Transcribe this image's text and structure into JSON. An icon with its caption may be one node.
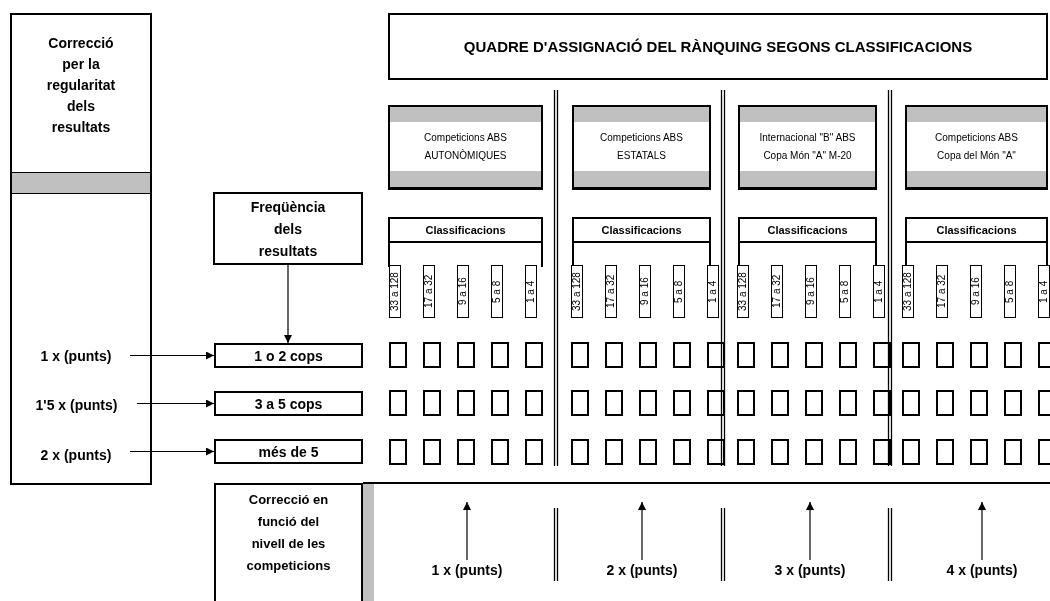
{
  "diagram": {
    "nodes": [
      {
        "text": [
          "Correcció per la regularitat dels resultats"
        ]
      },
      {
        "text": [
          "QUADRE D'ASSIGNACIÓ DEL RÀNQUING SEGONS CLASSIFICACIONS"
        ]
      },
      {
        "text": [
          "Competicions ABS AUTONÒMIQUES"
        ]
      },
      {
        "text": [
          "Competicions ABS ESTATALS"
        ]
      },
      {
        "text": [
          "Internacional \"B\" ABS Copa Món \"A\" M-20"
        ]
      },
      {
        "text": [
          "Competicions ABS Copa del Món \"A\""
        ]
      },
      {
        "text": [
          "Freqüència dels resultats"
        ]
      },
      {
        "text": [
          "Classificacions"
        ]
      },
      {
        "text": [
          "Classificacions"
        ]
      },
      {
        "text": [
          "Classificacions"
        ]
      },
      {
        "text": [
          "Classificacions"
        ]
      },
      {
        "text": [
          "33 a 128"
        ]
      },
      {
        "text": [
          "17 a 32"
        ]
      },
      {
        "text": [
          "9 a 16"
        ]
      },
      {
        "text": [
          "5 a 8"
        ]
      },
      {
        "text": [
          "1 a 4"
        ]
      },
      {
        "text": [
          "33 a 128"
        ]
      },
      {
        "text": [
          "17 a 32"
        ]
      },
      {
        "text": [
          "9 a 16"
        ]
      },
      {
        "text": [
          "5 a 8"
        ]
      },
      {
        "text": [
          "1 a 4"
        ]
      },
      {
        "text": [
          "33 a 128"
        ]
      },
      {
        "text": [
          "17 a 32"
        ]
      },
      {
        "text": [
          "9 a 16"
        ]
      },
      {
        "text": [
          "5 a 8"
        ]
      },
      {
        "text": [
          "1 a 4"
        ]
      },
      {
        "text": [
          "33 a 128"
        ]
      },
      {
        "text": [
          "17 a 32"
        ]
      },
      {
        "text": [
          "9 a 16"
        ]
      },
      {
        "text": [
          "5 a 8"
        ]
      },
      {
        "text": [
          "1 a 4"
        ]
      },
      {
        "text": [
          "1 x (punts)"
        ],
        "in": 0
      },
      {
        "text": [
          "1'5 x (punts)"
        ],
        "in": 0
      },
      {
        "text": [
          "2 x (punts)"
        ],
        "in": 0
      },
      {
        "text": [
          "1 o 2 cops"
        ]
      },
      {
        "text": [
          "3 a 5 cops"
        ]
      },
      {
        "text": [
          "més de 5"
        ]
      },
      {
        "text": [],
        "shape": "box"
      },
      {
        "text": [],
        "shape": "box"
      },
      {
        "text": [],
        "shape": "box"
      },
      {
        "text": [],
        "shape": "box"
      },
      {
        "text": [],
        "shape": "box"
      },
      {
        "text": [],
        "shape": "box"
      },
      {
        "text": [],
        "shape": "box"
      },
      {
        "text": [],
        "shape": "box"
      },
      {
        "text": [],
        "shape": "box"
      },
      {
        "text": [],
        "shape": "box"
      },
      {
        "text": [],
        "shape": "box"
      },
      {
        "text": [],
        "shape": "box"
      },
      {
        "text": [],
        "shape": "box"
      },
      {
        "text": [],
        "shape": "box"
      },
      {
        "text": [],
        "shape": "box"
      },
      {
        "text": [],
        "shape": "box"
      },
      {
        "text": [],
        "shape": "box"
      },
      {
        "text": [],
        "shape": "box"
      },
      {
        "text": [],
        "shape": "box"
      },
      {
        "text": [],
        "shape": "box"
      },
      {
        "text": [],
        "shape": "box"
      },
      {
        "text": [],
        "shape": "box"
      },
      {
        "text": [],
        "shape": "box"
      },
      {
        "text": [],
        "shape": "box"
      },
      {
        "text": [],
        "shape": "box"
      },
      {
        "text": [],
        "shape": "box"
      },
      {
        "text": [],
        "shape": "box"
      },
      {
        "text": [],
        "shape": "box"
      },
      {
        "text": [],
        "shape": "box"
      },
      {
        "text": [],
        "shape": "box"
      },
      {
        "text": [],
        "shape": "box"
      },
      {
        "text": [],
        "shape": "box"
      },
      {
        "text": [],
        "shape": "box"
      },
      {
        "text": [],
        "shape": "box"
      },
      {
        "text": [],
        "shape": "box"
      },
      {
        "text": [],
        "shape": "box"
      },
      {
        "text": [],
        "shape": "box"
      },
      {
        "text": [],
        "shape": "box"
      },
      {
        "text": [],
        "shape": "box"
      },
      {
        "text": [],
        "shape": "box"
      },
      {
        "text": [],
        "shape": "box"
      },
      {
        "text": [],
        "shape": "box"
      },
      {
        "text": [],
        "shape": "box"
      },
      {
        "text": [],
        "shape": "box"
      },
      {
        "text": [],
        "shape": "box"
      },
      {
        "text": [],
        "shape": "box"
      },
      {
        "text": [],
        "shape": "box"
      },
      {
        "text": [],
        "shape": "box"
      },
      {
        "text": [],
        "shape": "box"
      },
      {
        "text": [],
        "shape": "box"
      },
      {
        "text": [],
        "shape": "box"
      },
      {
        "text": [],
        "shape": "box"
      },
      {
        "text": [],
        "shape": "box"
      },
      {
        "text": [],
        "shape": "box"
      },
      {
        "text": [],
        "shape": "box"
      },
      {
        "text": [],
        "shape": "box"
      },
      {
        "text": [],
        "shape": "box"
      },
      {
        "text": [],
        "shape": "box"
      },
      {
        "text": [],
        "shape": "box"
      },
      {
        "text": [],
        "shape": "box"
      },
      {
        "text": [
          "Correcció en funció del nivell de les competicions"
        ]
      },
      {
        "text": [
          "1 x (punts)"
        ]
      },
      {
        "text": [
          "2 x (punts)"
        ]
      },
      {
        "text": [
          "3 x (punts)"
        ]
      },
      {
        "text": [
          "4 x (punts)"
        ]
      }
    ],
    "edges": [
      {
        "from": 6,
        "to": 34,
        "arrow": "to"
      },
      {
        "from": 31,
        "to": 34,
        "arrow": "to"
      },
      {
        "from": 32,
        "to": 35,
        "arrow": "to"
      },
      {
        "from": 33,
        "to": 36,
        "arrow": "to"
      },
      {
        "from": 98,
        "to": null,
        "arrow": "to"
      },
      {
        "from": 99,
        "to": null,
        "arrow": "to"
      },
      {
        "from": 100,
        "to": null,
        "arrow": "to"
      },
      {
        "from": 101,
        "to": null,
        "arrow": "to"
      }
    ]
  }
}
